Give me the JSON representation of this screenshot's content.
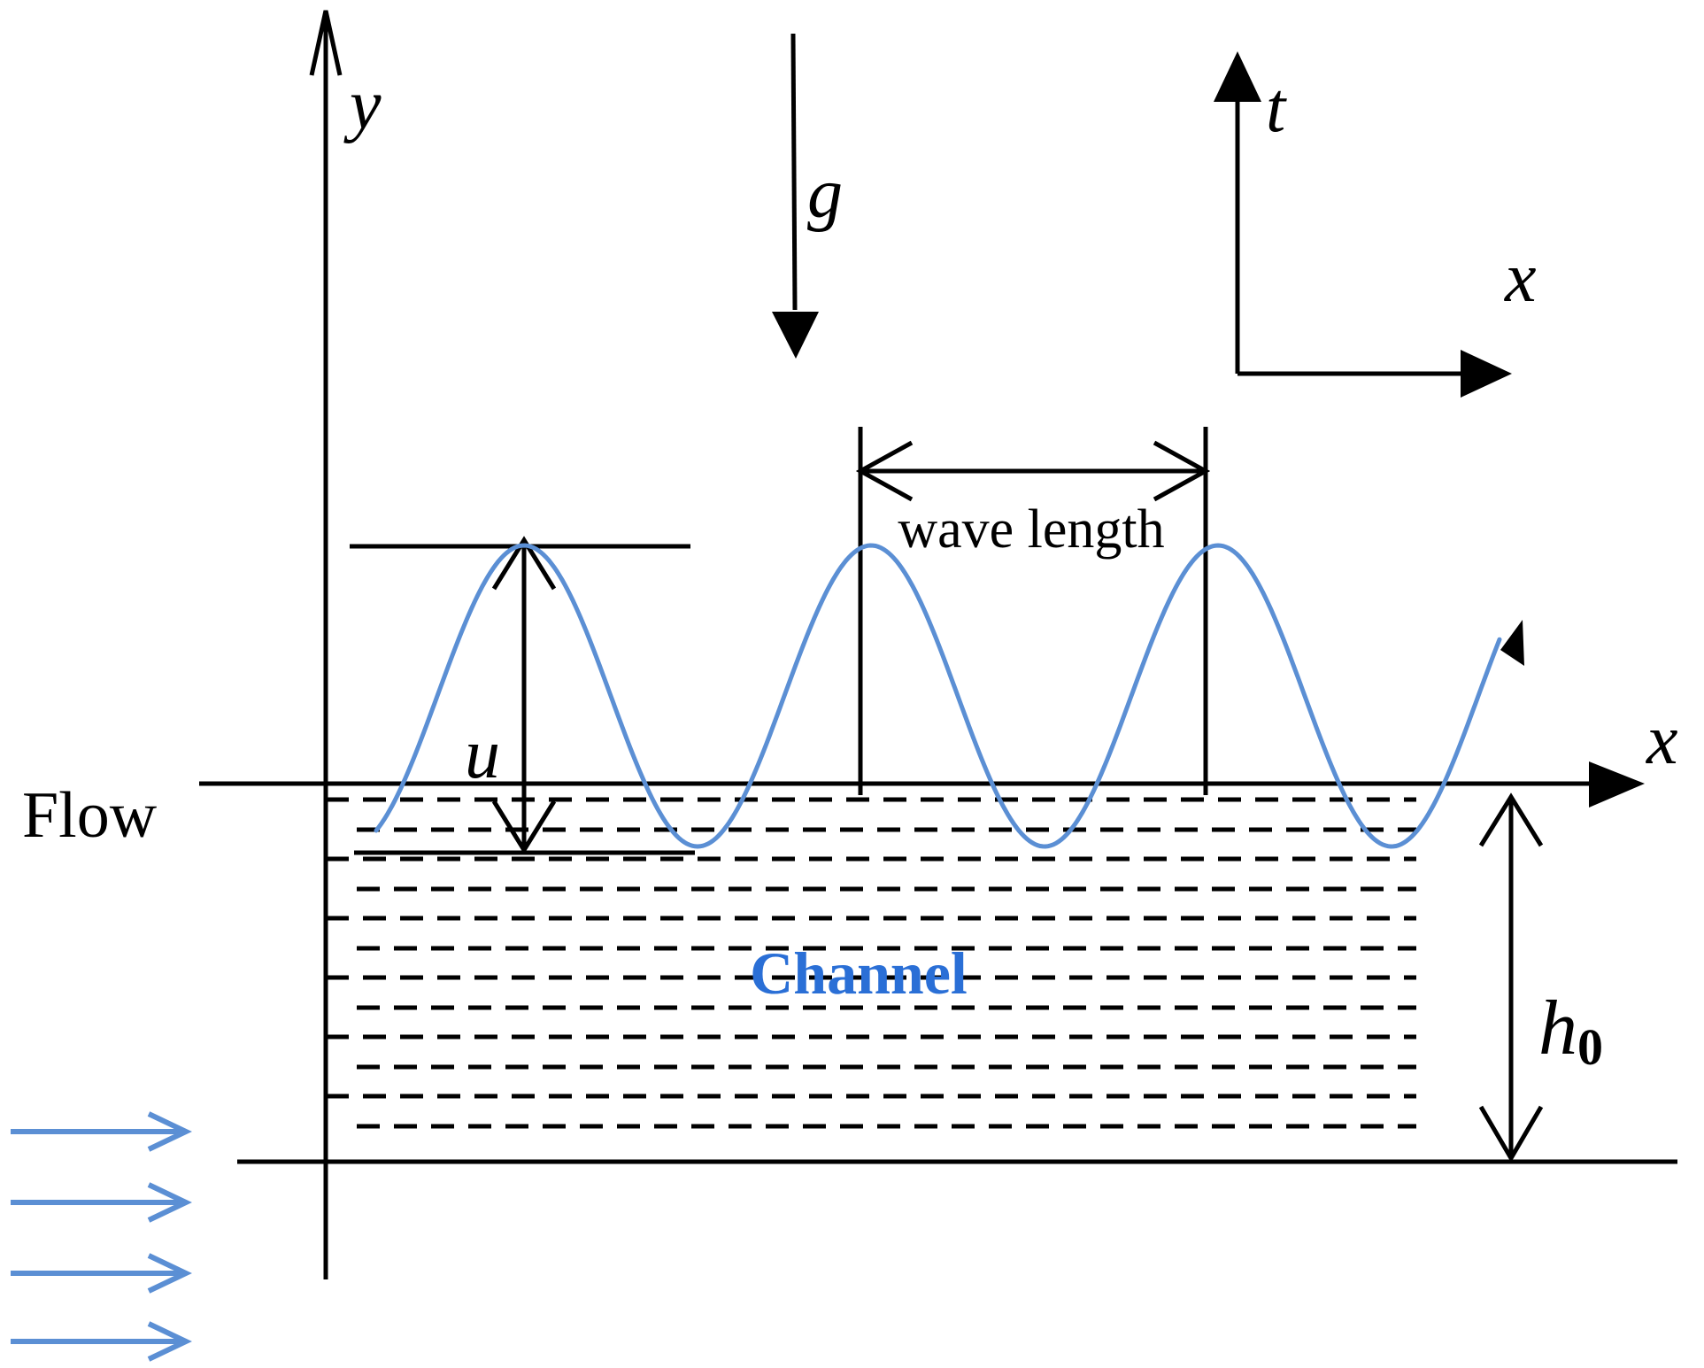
{
  "labels": {
    "y_axis": "y",
    "x_axis": "x",
    "gravity": "g",
    "t_axis": "t",
    "tx_x": "x",
    "wave_length": "wave length",
    "amplitude": "u",
    "flow": "Flow",
    "channel": "Channel",
    "depth_main": "h",
    "depth_sub": "0"
  },
  "colors": {
    "ink": "#000000",
    "wave": "#5b8fd4",
    "flow_arrows": "#5b8fd4",
    "channel_label": "#2a6fd6"
  }
}
